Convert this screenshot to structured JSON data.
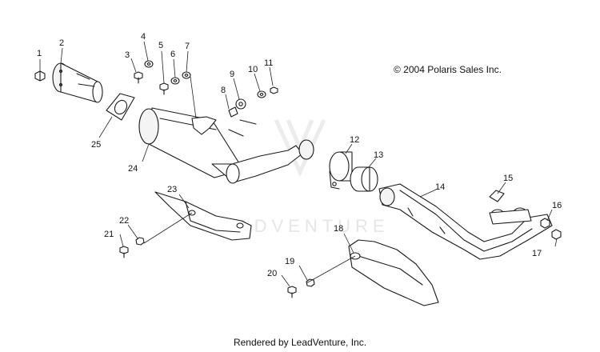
{
  "copyright": "© 2004 Polaris Sales Inc.",
  "footer": "Rendered by LeadVenture, Inc.",
  "watermark": "LEADVENTURE",
  "callouts": {
    "c1": "1",
    "c2": "2",
    "c3": "3",
    "c4": "4",
    "c5": "5",
    "c6": "6",
    "c7": "7",
    "c8": "8",
    "c9": "9",
    "c10": "10",
    "c11": "11",
    "c12": "12",
    "c13": "13",
    "c14": "14",
    "c15": "15",
    "c16": "16",
    "c17": "17",
    "c18": "18",
    "c19": "19",
    "c20": "20",
    "c21": "21",
    "c22": "22",
    "c23": "23",
    "c24": "24",
    "c25": "25"
  }
}
